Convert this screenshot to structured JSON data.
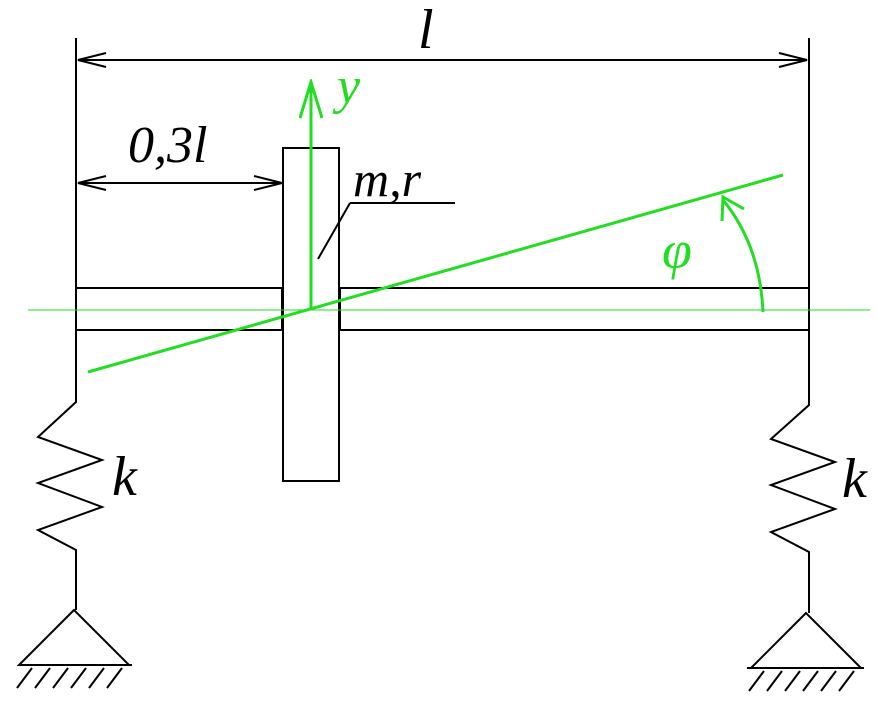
{
  "labels": {
    "length": "l",
    "offset": "0,3l",
    "disk": "m,r",
    "axis_y": "y",
    "angle": "φ",
    "spring_left": "k",
    "spring_right": "k"
  },
  "colors": {
    "structure": "#000000",
    "coordinates": "#22dd22",
    "centerline": "#22dd22"
  }
}
